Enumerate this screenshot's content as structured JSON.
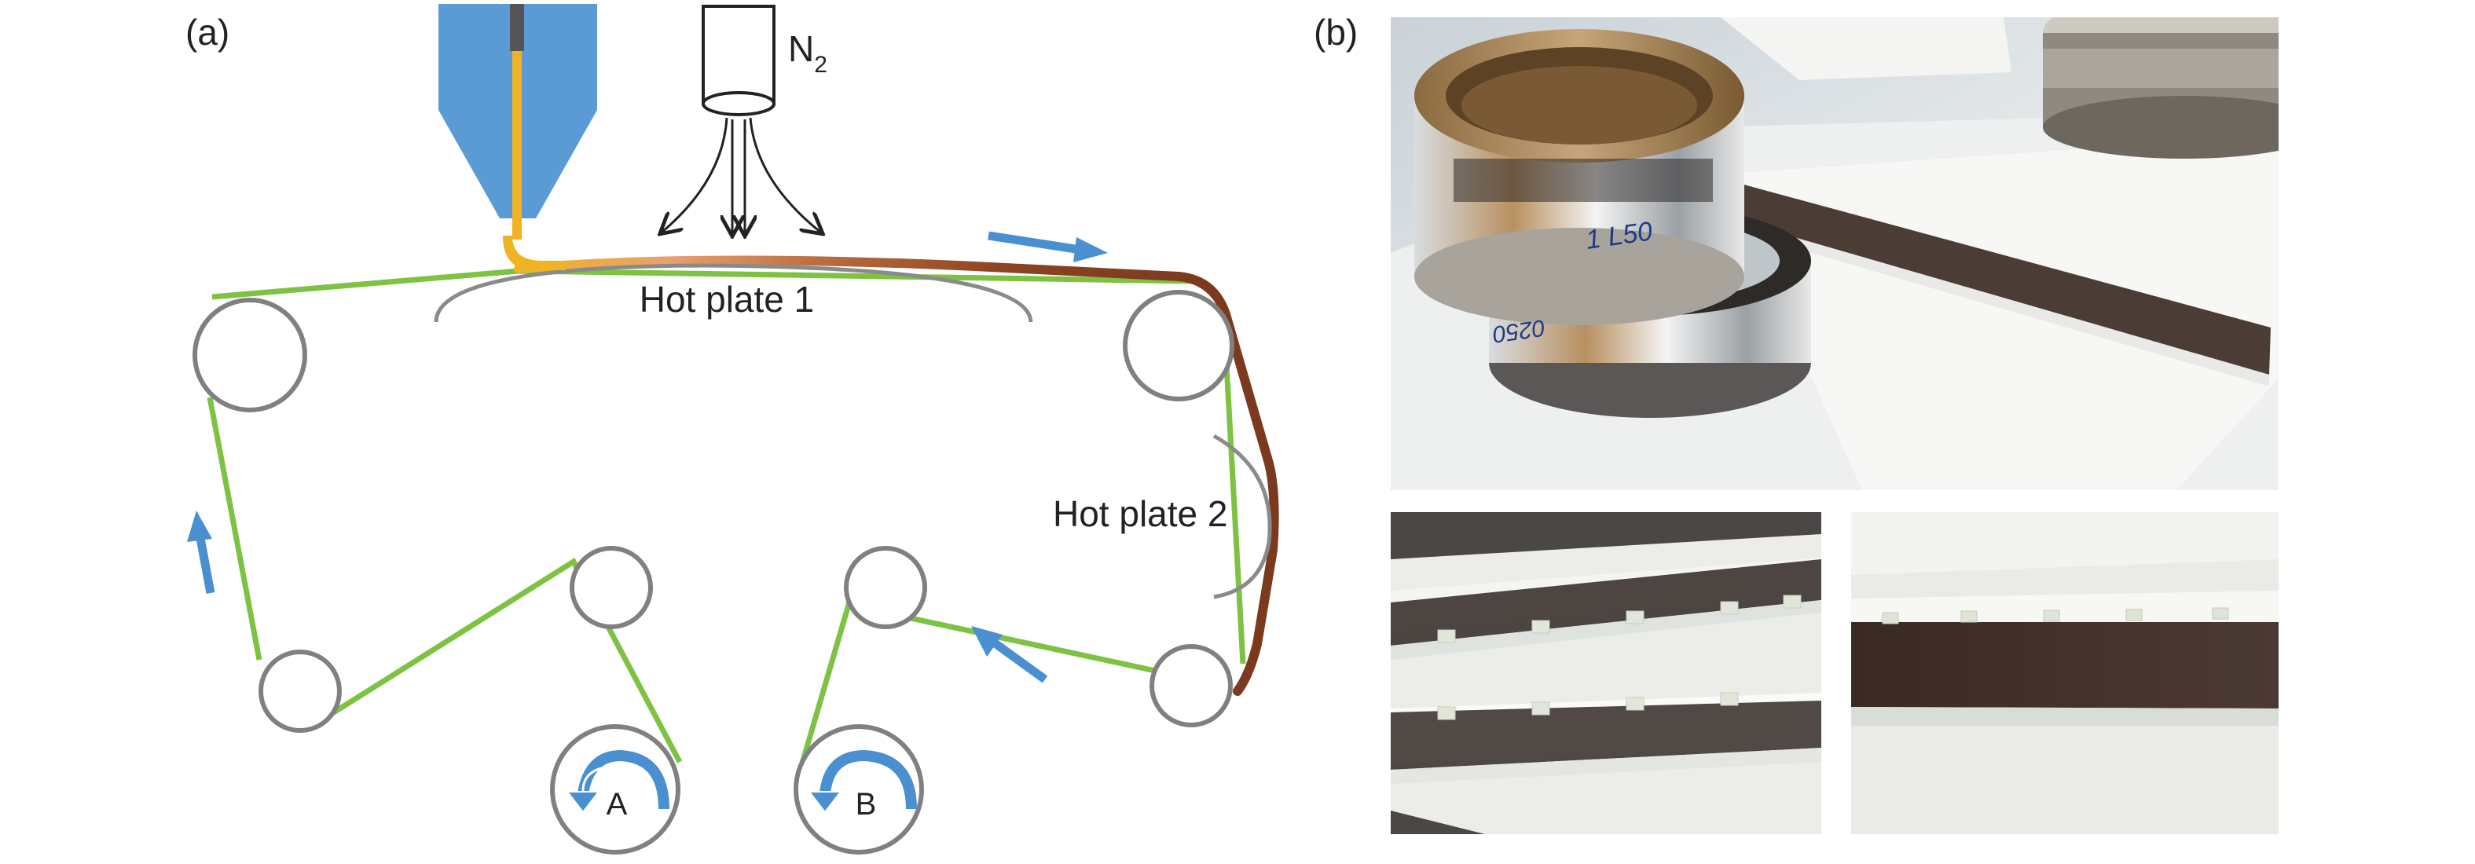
{
  "panel_a": {
    "label": "(a)",
    "gas_label": "N",
    "gas_subscript": "2",
    "hot_plate_1": "Hot plate 1",
    "hot_plate_2": "Hot plate 2",
    "roller_a": "A",
    "roller_b": "B"
  },
  "panel_b": {
    "label": "(b)",
    "roll_text_top": "1 L50",
    "roll_text_bottom": "0250"
  },
  "colors": {
    "substrate": "#7dc242",
    "arrow": "#4a8fd0",
    "dispenser": "#5b9bd5",
    "ink": "#f0b323",
    "cured_film": "#7b3a1e",
    "roller": "#808080"
  }
}
